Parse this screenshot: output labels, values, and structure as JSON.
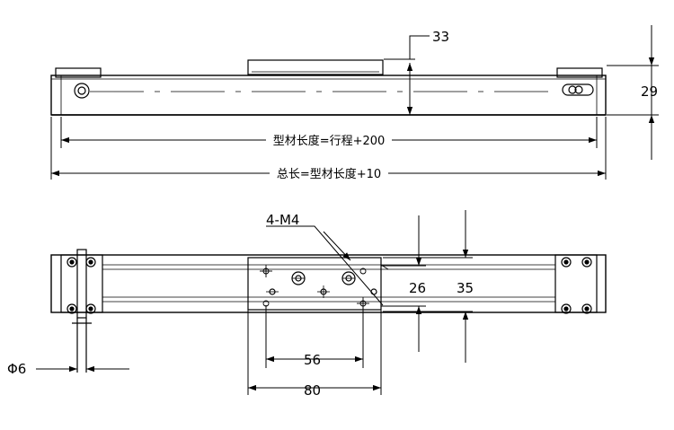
{
  "side_view": {
    "dim_height_top": "33",
    "dim_height_total": "29",
    "label_profile_length": "型材长度=行程+200",
    "label_total_length": "总长=型材长度+10"
  },
  "top_view": {
    "label_thread": "4-M4",
    "dim_26": "26",
    "dim_35": "35",
    "dim_56": "56",
    "dim_80": "80",
    "dim_phi6": "Φ6"
  }
}
